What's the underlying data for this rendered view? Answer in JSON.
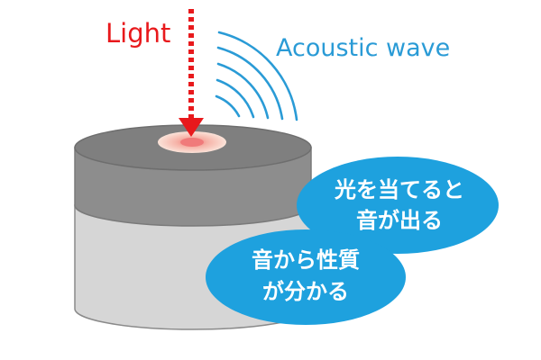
{
  "labels": {
    "light": "Light",
    "acoustic_wave": "Acoustic wave"
  },
  "bubbles": [
    {
      "line1": "光を当てると",
      "line2": "音が出る"
    },
    {
      "line1": "音から性質",
      "line2": "が分かる"
    }
  ],
  "colors": {
    "light_arrow": "#e8191c",
    "light_label": "#e8191c",
    "acoustic_wave": "#2a9bd6",
    "acoustic_label": "#2a9bd6",
    "bubble_fill": "#1ea1de",
    "cylinder_top": "#7f7f7f",
    "cylinder_band": "#8c8c8c",
    "cylinder_body": "#d7d7d7",
    "glow": "#f4a0a0"
  }
}
